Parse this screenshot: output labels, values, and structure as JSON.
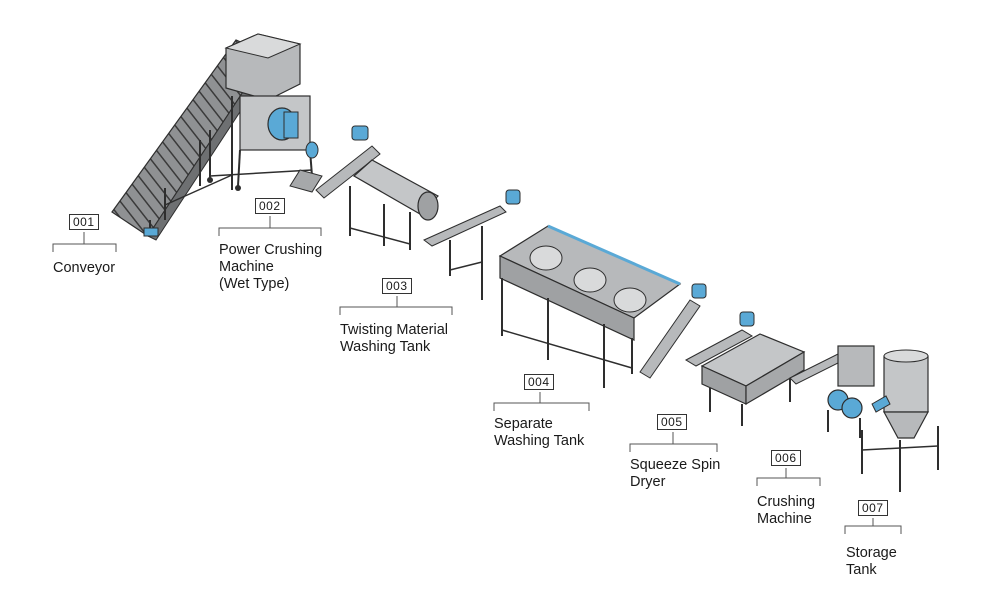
{
  "stations": [
    {
      "code": "001",
      "lines": [
        "Conveyor"
      ]
    },
    {
      "code": "002",
      "lines": [
        "Power Crushing",
        "Machine",
        "(Wet Type)"
      ]
    },
    {
      "code": "003",
      "lines": [
        "Twisting Material",
        "Washing Tank"
      ]
    },
    {
      "code": "004",
      "lines": [
        "Separate",
        "Washing Tank"
      ]
    },
    {
      "code": "005",
      "lines": [
        "Squeeze Spin",
        "Dryer"
      ]
    },
    {
      "code": "006",
      "lines": [
        "Crushing",
        "Machine"
      ]
    },
    {
      "code": "007",
      "lines": [
        "Storage",
        "Tank"
      ]
    }
  ],
  "colors": {
    "machine_fill": "#b7b9bb",
    "machine_dark": "#6e7072",
    "machine_light": "#d9dadb",
    "outline": "#2e2e2e",
    "motor_blue": "#5aa9d6",
    "leader_line": "#555555"
  }
}
